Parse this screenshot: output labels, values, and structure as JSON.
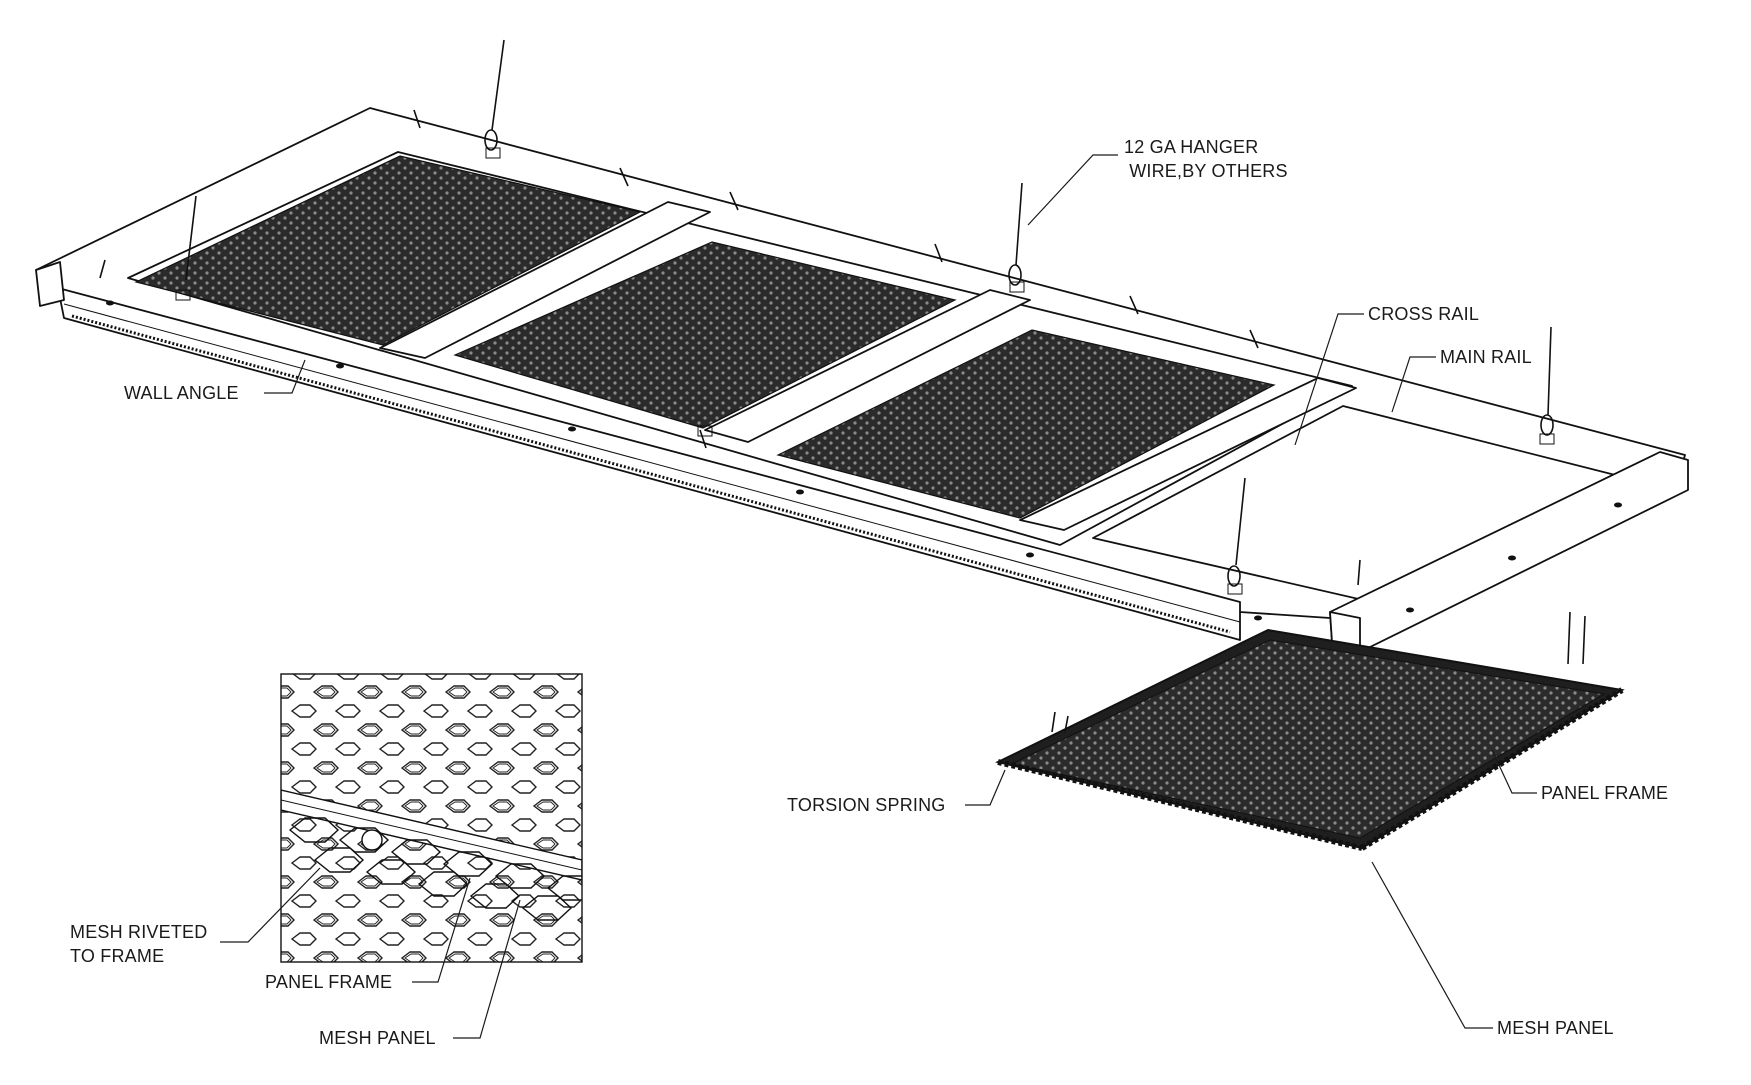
{
  "labels": {
    "hanger_wire": "12 GA HANGER\n WIRE,BY OTHERS",
    "cross_rail": "CROSS RAIL",
    "main_rail": "MAIN RAIL",
    "wall_angle": "WALL ANGLE",
    "torsion_spring": "TORSION SPRING",
    "panel_frame_right": "PANEL FRAME",
    "mesh_panel_right": "MESH PANEL",
    "mesh_riveted": "MESH RIVETED\nTO FRAME",
    "panel_frame_detail": "PANEL FRAME",
    "mesh_panel_detail": "MESH PANEL"
  },
  "colors": {
    "line": "#111111",
    "mesh": "#2a2a2a",
    "background": "#ffffff"
  }
}
